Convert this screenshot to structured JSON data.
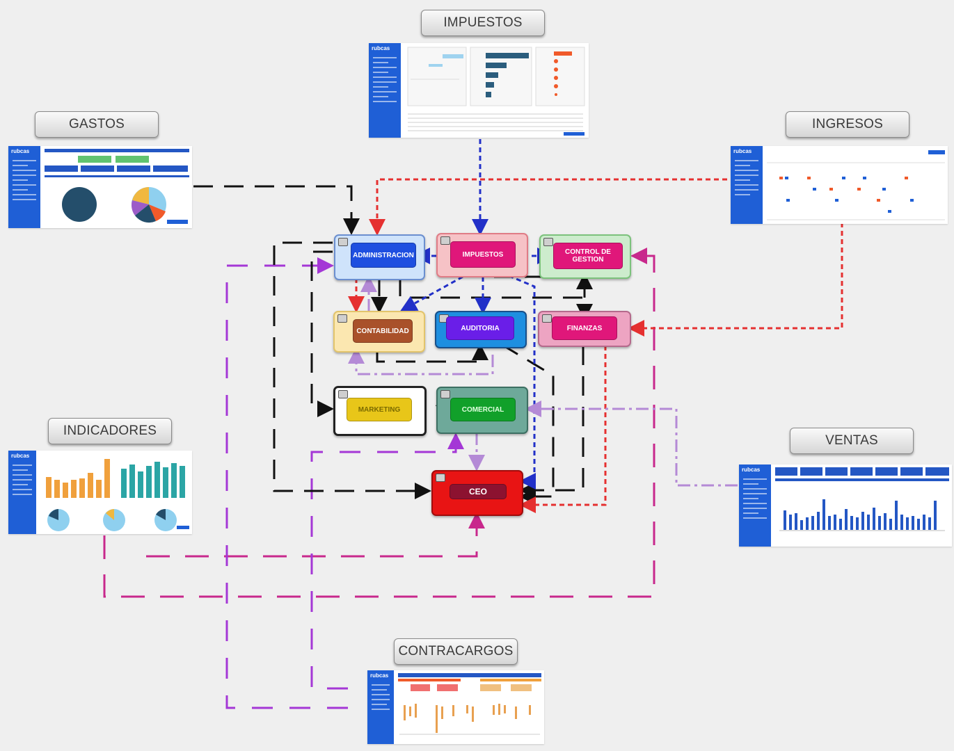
{
  "sections": {
    "impuestos": "IMPUESTOS",
    "gastos": "GASTOS",
    "ingresos": "INGRESOS",
    "indicadores": "INDICADORES",
    "ventas": "VENTAS",
    "contracargos": "CONTRACARGOS"
  },
  "thumb_brand": "rubcas",
  "departments": {
    "administracion": "ADMINISTRACION",
    "impuestos": "IMPUESTOS",
    "control": "CONTROL DE GESTION",
    "contabilidad": "CONTABILIDAD",
    "auditoria": "AUDITORIA",
    "finanzas": "FINANZAS",
    "marketing": "MARKETING",
    "comercial": "COMERCIAL",
    "ceo": "CEO"
  },
  "colors": {
    "admin_outer": "#cfe3fb",
    "admin_inner": "#1e4fe0",
    "impuestos_outer": "#f6c2c6",
    "impuestos_inner": "#e0177a",
    "control_outer": "#cdeccd",
    "control_inner": "#e0177a",
    "contabilidad_outer": "#fbe7b0",
    "contabilidad_inner": "#a9512a",
    "auditoria_outer": "#1e8fe0",
    "auditoria_inner": "#6a1ee8",
    "finanzas_outer": "#eda4c2",
    "finanzas_inner": "#e0177a",
    "marketing_outer": "#ffffff",
    "marketing_inner": "#e8c619",
    "comercial_outer": "#6ea99a",
    "comercial_inner": "#11a02a",
    "ceo_outer": "#e81414",
    "ceo_inner": "#8c1230",
    "wire_red": "#e53030",
    "wire_blue": "#2230c8",
    "wire_black": "#111111",
    "wire_purple": "#a437d6",
    "wire_magenta": "#c8288c",
    "wire_lilac": "#b48ad6",
    "thumb_blue": "#1f5fd6"
  }
}
